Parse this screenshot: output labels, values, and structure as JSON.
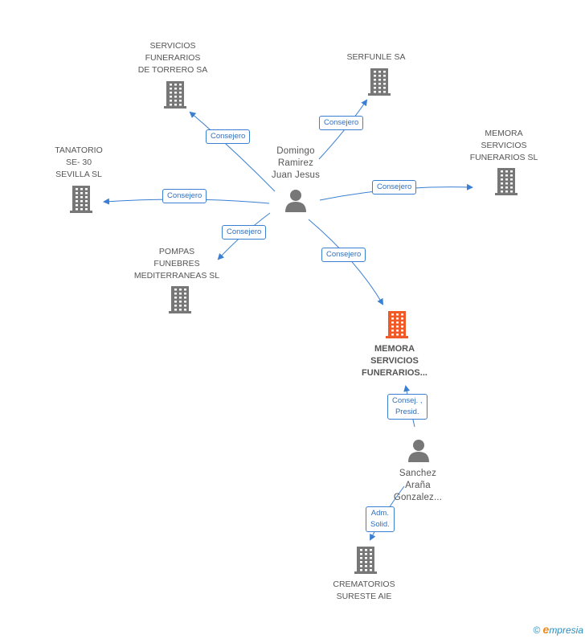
{
  "colors": {
    "building": "#777777",
    "focus_building": "#f05a28",
    "person": "#777777",
    "edge": "#3a7fd1",
    "label_text": "#555555"
  },
  "nodes": {
    "person_domingo": {
      "lines": [
        "Domingo",
        "Ramirez",
        "Juan Jesus"
      ],
      "icon": "person-icon"
    },
    "person_sanchez": {
      "lines": [
        "Sanchez",
        "Araña",
        "Gonzalez..."
      ],
      "icon": "person-icon"
    },
    "torrero": {
      "lines": [
        "SERVICIOS",
        "FUNERARIOS",
        "DE TORRERO SA"
      ],
      "icon": "building-icon"
    },
    "serfunle": {
      "lines": [
        "SERFUNLE SA"
      ],
      "icon": "building-icon"
    },
    "memora_top": {
      "lines": [
        "MEMORA",
        "SERVICIOS",
        "FUNERARIOS  SL"
      ],
      "icon": "building-icon"
    },
    "tanatorio": {
      "lines": [
        "TANATORIO",
        "SE- 30",
        "SEVILLA SL"
      ],
      "icon": "building-icon"
    },
    "pompas": {
      "lines": [
        "POMPAS",
        "FUNEBRES",
        "MEDITERRANEAS SL"
      ],
      "icon": "building-icon"
    },
    "memora_focus": {
      "lines": [
        "MEMORA",
        "SERVICIOS",
        "FUNERARIOS..."
      ],
      "icon": "building-icon"
    },
    "crematorios": {
      "lines": [
        "CREMATORIOS",
        "SURESTE  AIE"
      ],
      "icon": "building-icon"
    }
  },
  "edges": {
    "e_torrero": {
      "lines": [
        "Consejero"
      ]
    },
    "e_serfunle": {
      "lines": [
        "Consejero"
      ]
    },
    "e_tanatorio": {
      "lines": [
        "Consejero"
      ]
    },
    "e_memora_top": {
      "lines": [
        "Consejero"
      ]
    },
    "e_pompas": {
      "lines": [
        "Consejero"
      ]
    },
    "e_memora_focus": {
      "lines": [
        "Consejero"
      ]
    },
    "e_consej_presid": {
      "lines": [
        "Consej. ,",
        "Presid."
      ]
    },
    "e_adm_solid": {
      "lines": [
        "Adm.",
        "Solid."
      ]
    }
  },
  "brand": {
    "symbol": "©",
    "initial": "e",
    "rest": "mpresia"
  }
}
